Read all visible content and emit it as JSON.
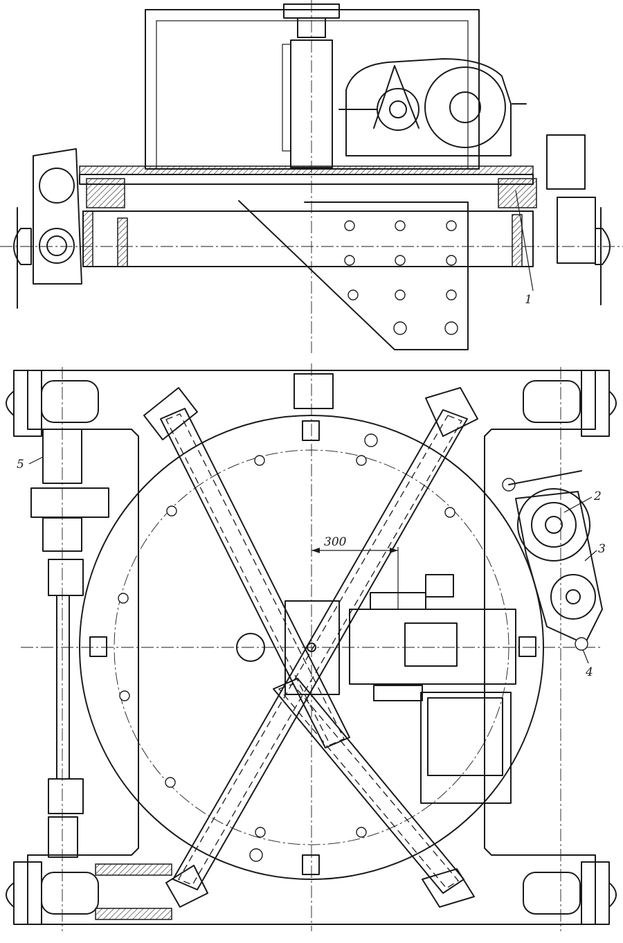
{
  "callouts": {
    "c1": "1",
    "c2": "2",
    "c3": "3",
    "c4": "4",
    "c5": "5"
  },
  "dimension": {
    "value": "300"
  },
  "colors": {
    "line": "#1a1a1a",
    "background": "#ffffff"
  }
}
